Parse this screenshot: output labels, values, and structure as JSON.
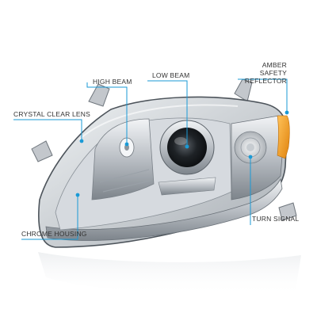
{
  "colors": {
    "callout": "#1a9ad6",
    "chrome": "#c9cdd2",
    "amber": "#f29c1f",
    "background": "#ffffff"
  },
  "callouts": {
    "crystal_clear_lens": "CRYSTAL CLEAR LENS",
    "high_beam": "HIGH BEAM",
    "low_beam": "LOW BEAM",
    "amber_safety_reflector": "AMBER SAFETY REFLECTOR",
    "chrome_housing": "CHROME HOUSING",
    "turn_signal": "TURN SIGNAL"
  }
}
